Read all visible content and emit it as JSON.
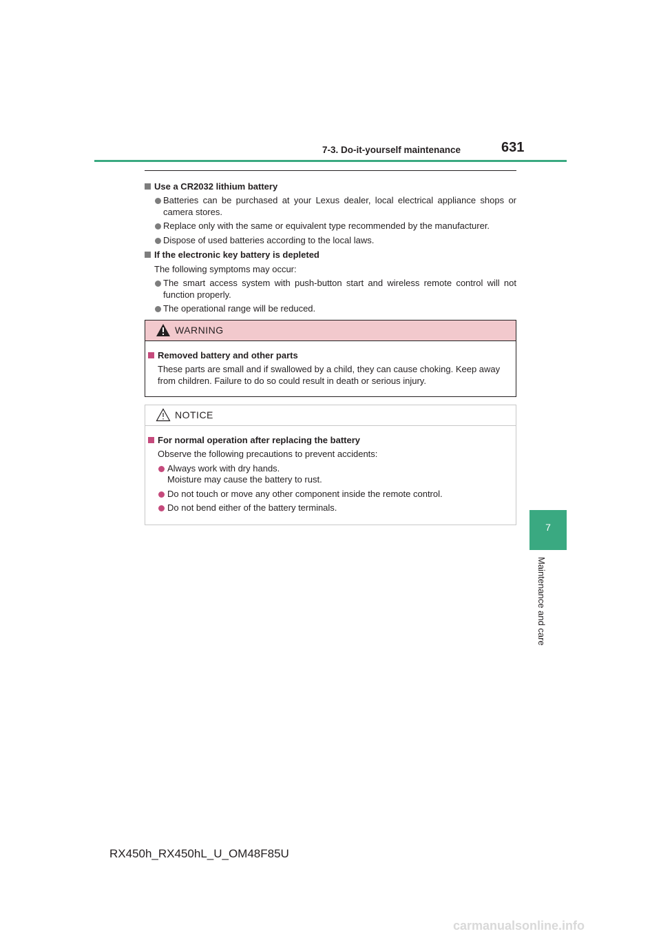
{
  "header": {
    "section": "7-3. Do-it-yourself maintenance",
    "page_number": "631"
  },
  "sidebar": {
    "chapter_number": "7",
    "chapter_title": "Maintenance and care"
  },
  "sections": [
    {
      "heading": "Use a CR2032 lithium battery",
      "bullets": [
        "Batteries can be purchased at your Lexus dealer, local electrical appliance shops or camera stores.",
        "Replace only with the same or equivalent type recommended by the manufacturer.",
        "Dispose of used batteries according to the local laws."
      ]
    },
    {
      "heading": "If the electronic key battery is depleted",
      "intro": "The following symptoms may occur:",
      "bullets": [
        "The smart access system with push-button start and wireless remote control will not function properly.",
        "The operational range will be reduced."
      ]
    }
  ],
  "warning": {
    "title": "WARNING",
    "heading": "Removed battery and other parts",
    "text": "These parts are small and if swallowed by a child, they can cause choking. Keep away from children. Failure to do so could result in death or serious injury."
  },
  "notice": {
    "title": "NOTICE",
    "heading": "For normal operation after replacing the battery",
    "intro": "Observe the following precautions to prevent accidents:",
    "bullets": [
      {
        "line1": "Always work with dry hands.",
        "line2": "Moisture may cause the battery to rust."
      },
      {
        "line1": "Do not touch or move any other component inside the remote control."
      },
      {
        "line1": "Do not bend either of the battery terminals."
      }
    ]
  },
  "footer": {
    "model_code": "RX450h_RX450hL_U_OM48F85U"
  },
  "watermark": "carmanualsonline.info",
  "colors": {
    "accent_green": "#3aa981",
    "warning_pink": "#f2c9cd",
    "notice_bullet": "#c54a7c",
    "bullet_gray": "#7d7d7d"
  },
  "icons": [
    "warning-triangle-icon",
    "notice-triangle-icon"
  ]
}
